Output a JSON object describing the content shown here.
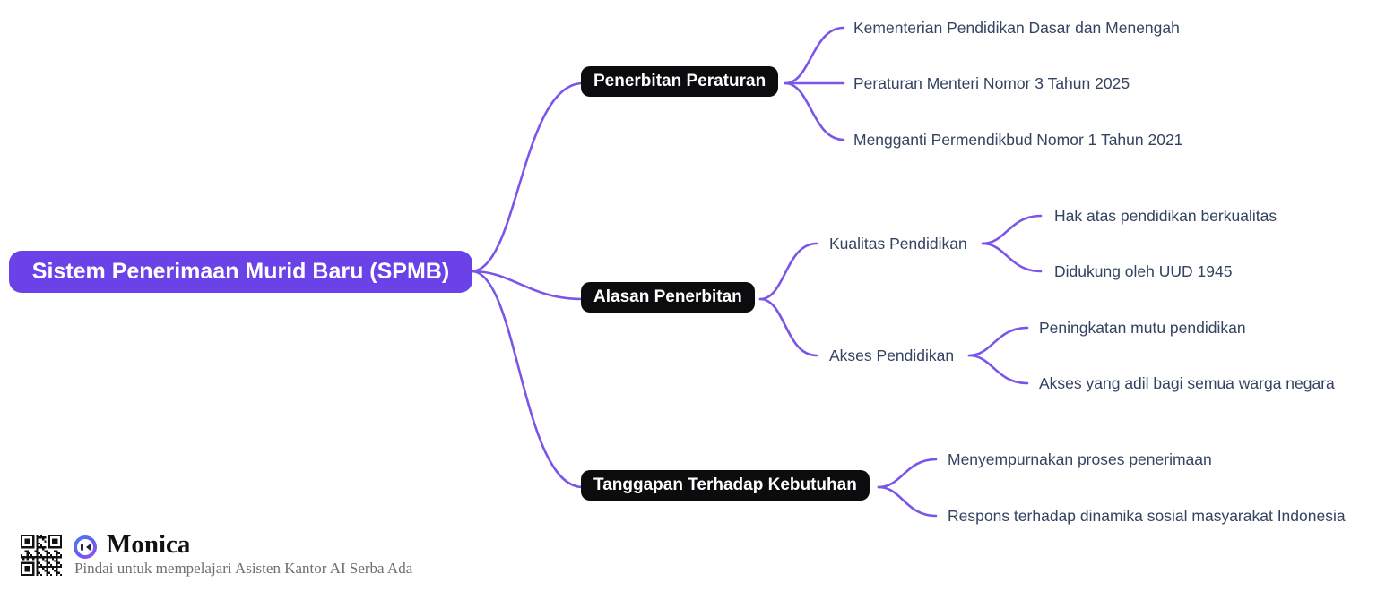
{
  "root": {
    "label": "Sistem Penerimaan Murid Baru (SPMB)"
  },
  "branches": [
    {
      "label": "Penerbitan Peraturan",
      "children": [
        {
          "label": "Kementerian Pendidikan Dasar dan Menengah"
        },
        {
          "label": "Peraturan Menteri Nomor 3 Tahun 2025"
        },
        {
          "label": "Mengganti Permendikbud Nomor 1 Tahun 2021"
        }
      ]
    },
    {
      "label": "Alasan Penerbitan",
      "children": [
        {
          "label": "Kualitas Pendidikan",
          "children": [
            {
              "label": "Hak atas pendidikan berkualitas"
            },
            {
              "label": "Didukung oleh UUD 1945"
            }
          ]
        },
        {
          "label": "Akses Pendidikan",
          "children": [
            {
              "label": "Peningkatan mutu pendidikan"
            },
            {
              "label": "Akses yang adil bagi semua warga negara"
            }
          ]
        }
      ]
    },
    {
      "label": "Tanggapan Terhadap Kebutuhan",
      "children": [
        {
          "label": "Menyempurnakan proses penerimaan"
        },
        {
          "label": "Respons terhadap dinamika sosial masyarakat Indonesia"
        }
      ]
    }
  ],
  "footer": {
    "brand": "Monica",
    "tagline": "Pindai untuk mempelajari Asisten Kantor AI Serba Ada",
    "icons": [
      "qr-code",
      "monica-face-icon"
    ]
  },
  "colors": {
    "root_fill": "#6B42E8",
    "branch_fill": "#0C0C0E",
    "connector": "#7A55E8",
    "leaf_text": "#344360",
    "logo_gradient_start": "#3F7DF5",
    "logo_gradient_end": "#9B4DF2"
  }
}
